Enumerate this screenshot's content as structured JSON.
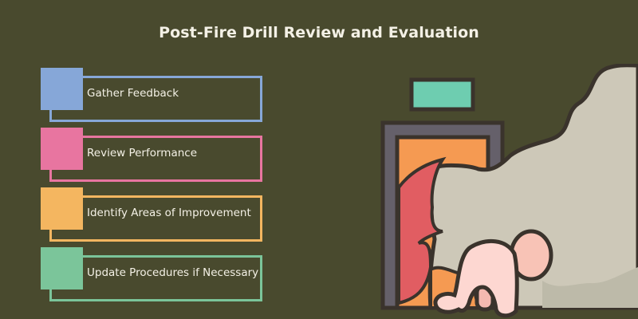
{
  "title": "Post-Fire Drill Review and Evaluation",
  "colors": {
    "background": "#494a2e",
    "text": "#f4f1e6"
  },
  "steps": [
    {
      "label": "Gather Feedback",
      "color": "#86a7d8"
    },
    {
      "label": "Review Performance",
      "color": "#e875a0"
    },
    {
      "label": "Identify Areas of Improvement",
      "color": "#f4b660"
    },
    {
      "label": "Update Procedures if Necessary",
      "color": "#7bc59a"
    }
  ],
  "illustration": {
    "description": "Person crawling under smoke beneath exit sign near burning doorway",
    "icons": [
      "exit-sign-icon",
      "door-icon",
      "fire-icon",
      "smoke-icon",
      "crawling-person-icon"
    ]
  }
}
